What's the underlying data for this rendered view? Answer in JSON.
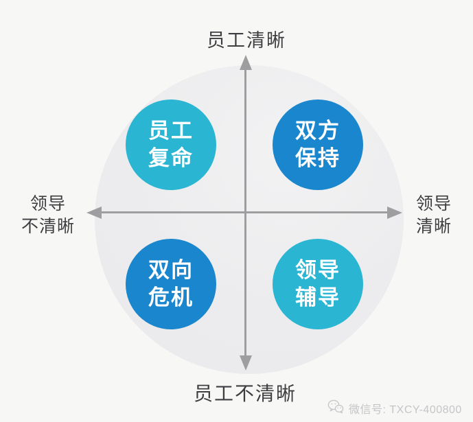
{
  "diagram": {
    "axis_labels": {
      "top": "员工清晰",
      "bottom": "员工不清晰",
      "left_line1": "领导",
      "left_line2": "不清晰",
      "right_line1": "领导",
      "right_line2": "清晰"
    },
    "quadrants": [
      {
        "position": "top-left",
        "line1": "员工",
        "line2": "复命",
        "color": "#2ab5d3"
      },
      {
        "position": "top-right",
        "line1": "双方",
        "line2": "保持",
        "color": "#1a86cd"
      },
      {
        "position": "bottom-left",
        "line1": "双向",
        "line2": "危机",
        "color": "#1a86cd"
      },
      {
        "position": "bottom-right",
        "line1": "领导",
        "line2": "辅导",
        "color": "#2ab5d3"
      }
    ],
    "colors": {
      "cyan_circle": "#2ab5d3",
      "blue_circle": "#1a86cd",
      "axis": "#9e9ea1",
      "label_text": "#3e3e40",
      "background": "#f7f7f6",
      "quadrant_background": "#ececee",
      "watermark_text": "#c5c5c7"
    },
    "watermark": {
      "icon": "wechat-icon",
      "text": "微信号: TXCY-400800"
    }
  }
}
